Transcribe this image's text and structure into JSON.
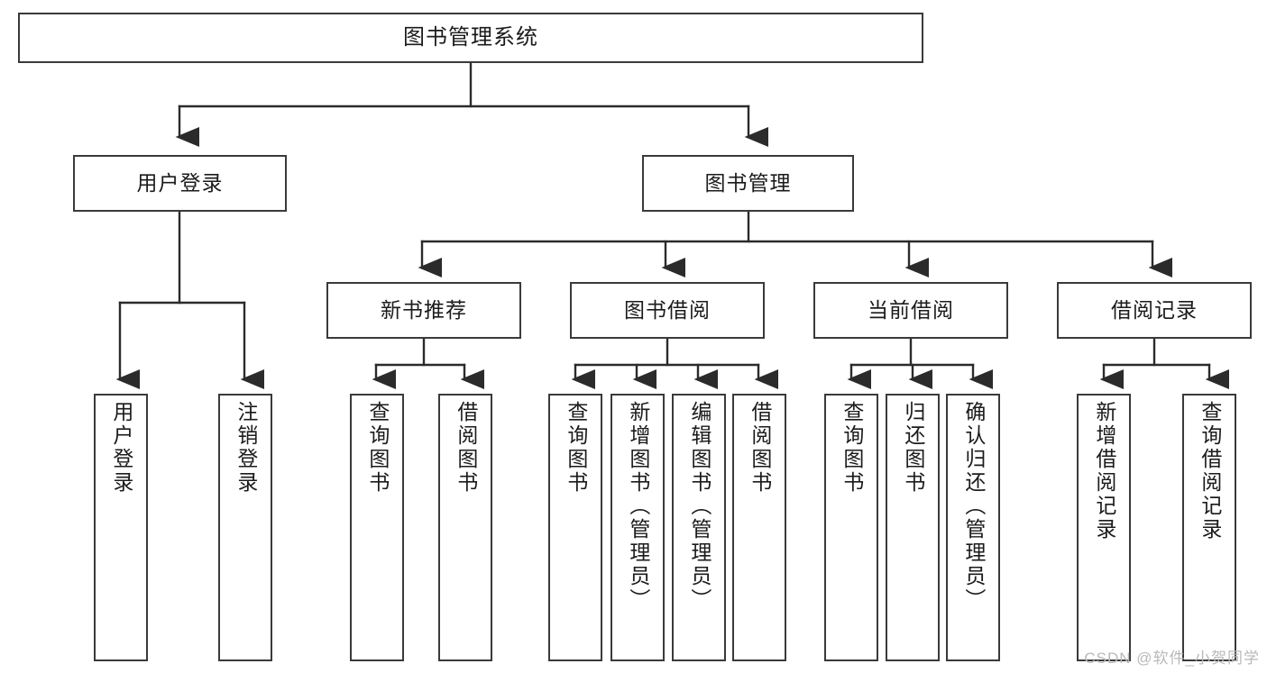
{
  "diagram": {
    "title": "图书管理系统",
    "type": "tree",
    "colors": {
      "box_fill": "#ffffff",
      "box_border": "#3a3a3c",
      "line": "#2b2b2b",
      "text": "#1b1b1b",
      "watermark": "#b9b9b9"
    },
    "levels": {
      "root": {
        "label": "图书管理系统"
      },
      "level1": [
        {
          "label": "用户登录"
        },
        {
          "label": "图书管理"
        }
      ],
      "level2": [
        {
          "label": "新书推荐"
        },
        {
          "label": "图书借阅"
        },
        {
          "label": "当前借阅"
        },
        {
          "label": "借阅记录"
        }
      ],
      "leaves": {
        "user_login": [
          {
            "label": "用户登录"
          },
          {
            "label": "注销登录"
          }
        ],
        "new_book": [
          {
            "label": "查询图书"
          },
          {
            "label": "借阅图书"
          }
        ],
        "book_borrow": [
          {
            "label": "查询图书"
          },
          {
            "label": "新增图书（管理员）"
          },
          {
            "label": "编辑图书（管理员）"
          },
          {
            "label": "借阅图书"
          }
        ],
        "current_borrow": [
          {
            "label": "查询图书"
          },
          {
            "label": "归还图书"
          },
          {
            "label": "确认归还（管理员）"
          }
        ],
        "borrow_record": [
          {
            "label": "新增借阅记录"
          },
          {
            "label": "查询借阅记录"
          }
        ]
      }
    }
  },
  "watermark": {
    "text": "CSDN @软件_小贺同学"
  }
}
